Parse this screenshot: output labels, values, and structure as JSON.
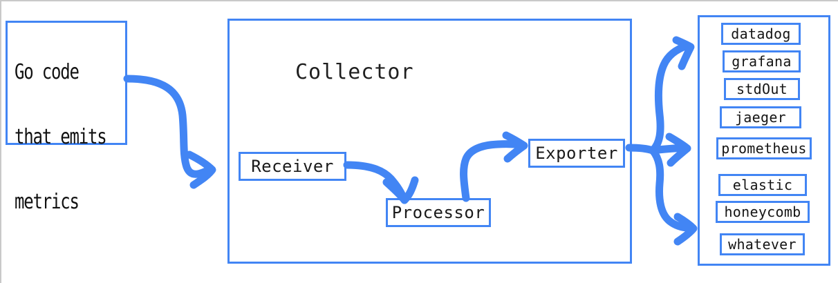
{
  "theme": {
    "accent": "#4285f4",
    "text": "#1a1a1a",
    "background": "#ffffff",
    "edge_gray": "#c9c9c9"
  },
  "source": {
    "name": "go-code-source",
    "lines": [
      "Go code",
      "that emits",
      "metrics"
    ]
  },
  "collector": {
    "title": "Collector",
    "stages": [
      {
        "id": "receiver",
        "label": "Receiver"
      },
      {
        "id": "processor",
        "label": "Processor"
      },
      {
        "id": "exporter",
        "label": "Exporter"
      }
    ]
  },
  "destinations": {
    "items": [
      {
        "label": "datadog"
      },
      {
        "label": "grafana"
      },
      {
        "label": "stdOut"
      },
      {
        "label": "jaeger"
      },
      {
        "label": "prometheus"
      },
      {
        "label": "elastic"
      },
      {
        "label": "honeycomb"
      },
      {
        "label": "whatever"
      }
    ]
  },
  "arrows": [
    {
      "id": "source-to-receiver",
      "from": "go-code-source",
      "to": "receiver"
    },
    {
      "id": "receiver-to-processor",
      "from": "receiver",
      "to": "processor"
    },
    {
      "id": "processor-to-exporter",
      "from": "processor",
      "to": "exporter"
    },
    {
      "id": "exporter-to-top-destinations",
      "from": "exporter",
      "to": "datadog"
    },
    {
      "id": "exporter-to-middle-destinations",
      "from": "exporter",
      "to": "prometheus"
    },
    {
      "id": "exporter-to-bottom-destinations",
      "from": "exporter",
      "to": "whatever"
    }
  ]
}
